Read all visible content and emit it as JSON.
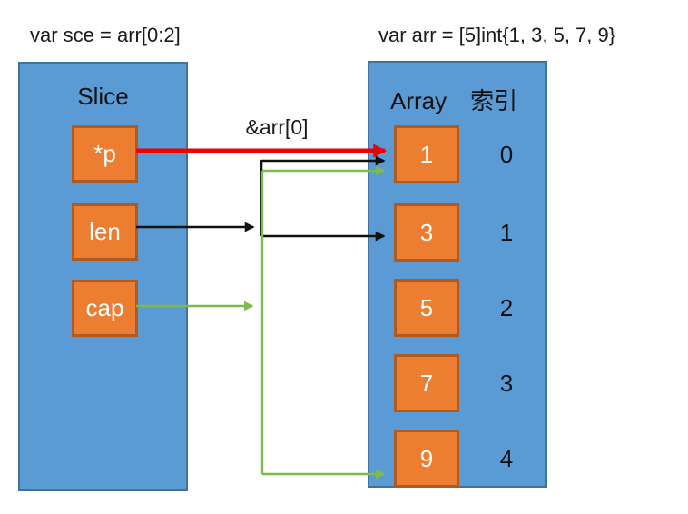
{
  "colors": {
    "panel_fill": "#5B9BD5",
    "panel_border": "#41719C",
    "box_fill": "#ED7D31",
    "box_border": "#AE5A21",
    "arrow_red": "#EE0000",
    "arrow_black": "#111111",
    "arrow_green": "#7DBB4E"
  },
  "header": {
    "slice_decl": "var sce = arr[0:2]",
    "array_decl": "var arr = [5]int{1, 3, 5, 7, 9}"
  },
  "slice_panel": {
    "title": "Slice",
    "fields": [
      {
        "label": "*p"
      },
      {
        "label": "len"
      },
      {
        "label": "cap"
      }
    ]
  },
  "array_panel": {
    "title": "Array",
    "index_title": "索引",
    "elements": [
      {
        "value": "1",
        "index": "0"
      },
      {
        "value": "3",
        "index": "1"
      },
      {
        "value": "5",
        "index": "2"
      },
      {
        "value": "7",
        "index": "3"
      },
      {
        "value": "9",
        "index": "4"
      }
    ]
  },
  "annotations": {
    "pointer_label": "&arr[0]"
  }
}
